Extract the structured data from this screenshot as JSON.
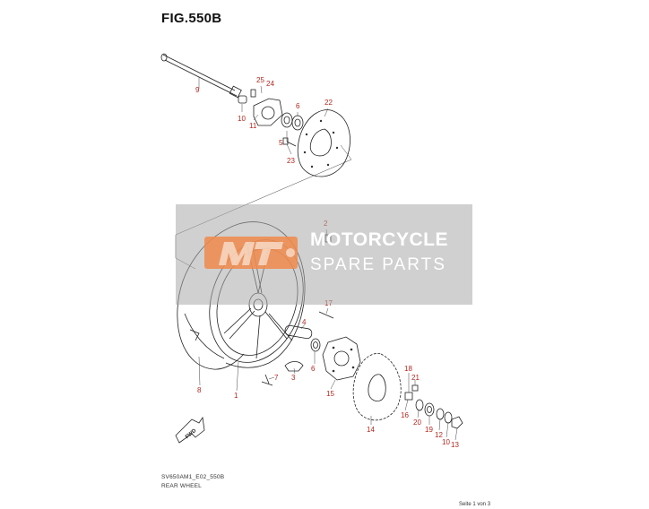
{
  "figure": {
    "title": "FIG.550B",
    "drawing_code": "SV650AM1_E02_550B",
    "caption": "REAR WHEEL",
    "page_label": "Seite 1 von 3"
  },
  "watermark": {
    "line1": "MOTORCYCLE",
    "line2": "SPARE PARTS",
    "color": "#f08a4b"
  },
  "direction_tag": "FWD",
  "callouts": [
    "9",
    "25",
    "24",
    "10",
    "11",
    "22",
    "6",
    "5",
    "23",
    "2",
    "17",
    "4",
    "8",
    "1",
    "7",
    "3",
    "6",
    "15",
    "18",
    "21",
    "14",
    "16",
    "20",
    "19",
    "12",
    "10",
    "13"
  ],
  "colors": {
    "callout_red": "#b3261e",
    "line": "#222222",
    "watermark_gray": "#aaaaaa"
  }
}
